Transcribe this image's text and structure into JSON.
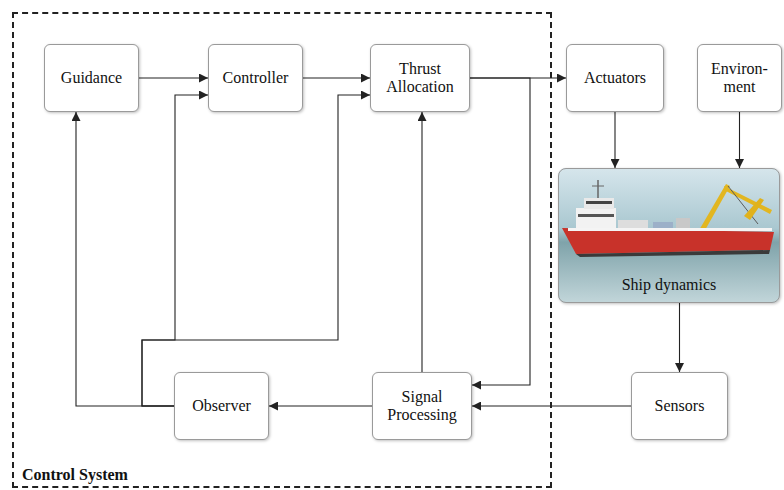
{
  "diagram": {
    "nodes": [
      {
        "text": [
          "Control System"
        ]
      },
      {
        "text": [
          "Guidance"
        ],
        "in": 0
      },
      {
        "text": [
          "Controller"
        ],
        "in": 0
      },
      {
        "text": [
          "Thrust Allocation"
        ],
        "in": 0
      },
      {
        "text": [
          "Actuators"
        ]
      },
      {
        "text": [
          "Environ- ment"
        ]
      },
      {
        "text": [
          "Ship dynamics"
        ]
      },
      {
        "text": [
          "Observer"
        ],
        "in": 0
      },
      {
        "text": [
          "Signal Processing"
        ],
        "in": 0
      },
      {
        "text": [
          "Sensors"
        ]
      }
    ],
    "edges": [
      {
        "from": 1,
        "to": 2,
        "arrow": "to"
      },
      {
        "from": 2,
        "to": 3,
        "arrow": "to"
      },
      {
        "from": 3,
        "to": 4,
        "arrow": "to"
      },
      {
        "from": 3,
        "to": 8,
        "arrow": "to"
      },
      {
        "from": 4,
        "to": 6,
        "arrow": "to"
      },
      {
        "from": 5,
        "to": 6,
        "arrow": "to"
      },
      {
        "from": 6,
        "to": 9,
        "arrow": "to"
      },
      {
        "from": 9,
        "to": 8,
        "arrow": "to"
      },
      {
        "from": 8,
        "to": 3,
        "arrow": "to"
      },
      {
        "from": 8,
        "to": 7,
        "arrow": "to"
      },
      {
        "from": 7,
        "to": 1,
        "arrow": "to"
      },
      {
        "from": 7,
        "to": 2,
        "arrow": "to"
      },
      {
        "from": 7,
        "to": 3,
        "arrow": "to"
      }
    ]
  }
}
